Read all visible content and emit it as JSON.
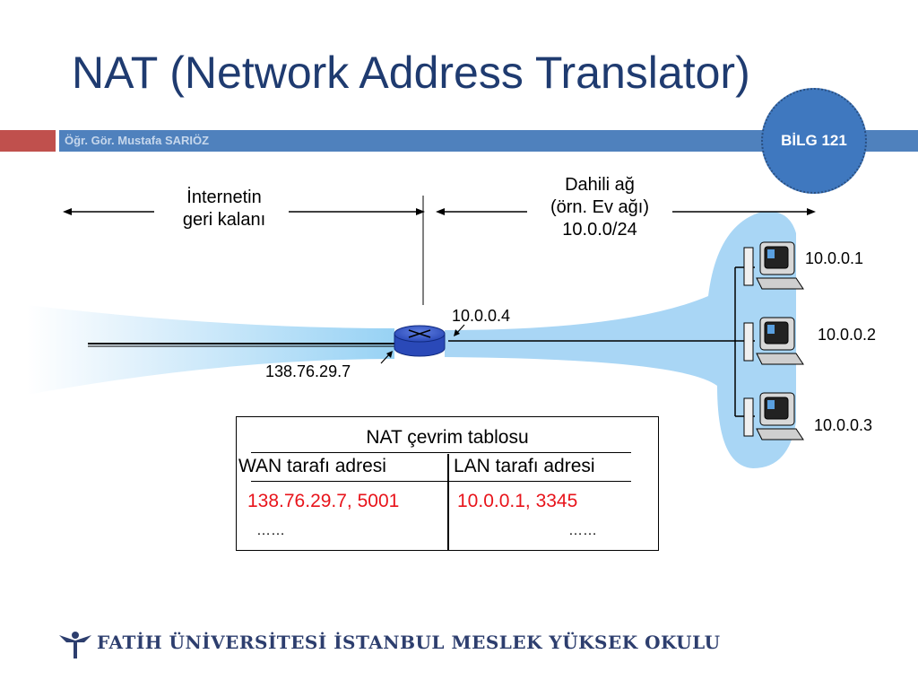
{
  "slide": {
    "title": "NAT (Network Address Translator)",
    "author": "Öğr. Gör. Mustafa SARIÖZ",
    "course_badge": "BİLG 121",
    "footer_text": "FATİH ÜNİVERSİTESİ İSTANBUL MESLEK YÜKSEK OKULU"
  },
  "diagram": {
    "internet_label": [
      "İnternetin",
      "geri kalanı"
    ],
    "internal_label": [
      "Dahili ağ",
      "(örn. Ev ağı)",
      "10.0.0/24"
    ],
    "router_lan_ip": "10.0.0.4",
    "router_wan_ip": "138.76.29.7",
    "hosts": [
      {
        "ip": "10.0.0.1"
      },
      {
        "ip": "10.0.0.2"
      },
      {
        "ip": "10.0.0.3"
      }
    ],
    "colors": {
      "network_glow": "#a9d6f5",
      "router": "#2a49b8",
      "highlight": "#e8141b"
    }
  },
  "nat_table": {
    "title": "NAT çevrim tablosu",
    "headers": [
      "WAN tarafı adresi",
      "LAN tarafı adresi"
    ],
    "rows": [
      [
        "138.76.29.7, 5001",
        "10.0.0.1, 3345"
      ],
      [
        "……",
        "……"
      ]
    ]
  }
}
